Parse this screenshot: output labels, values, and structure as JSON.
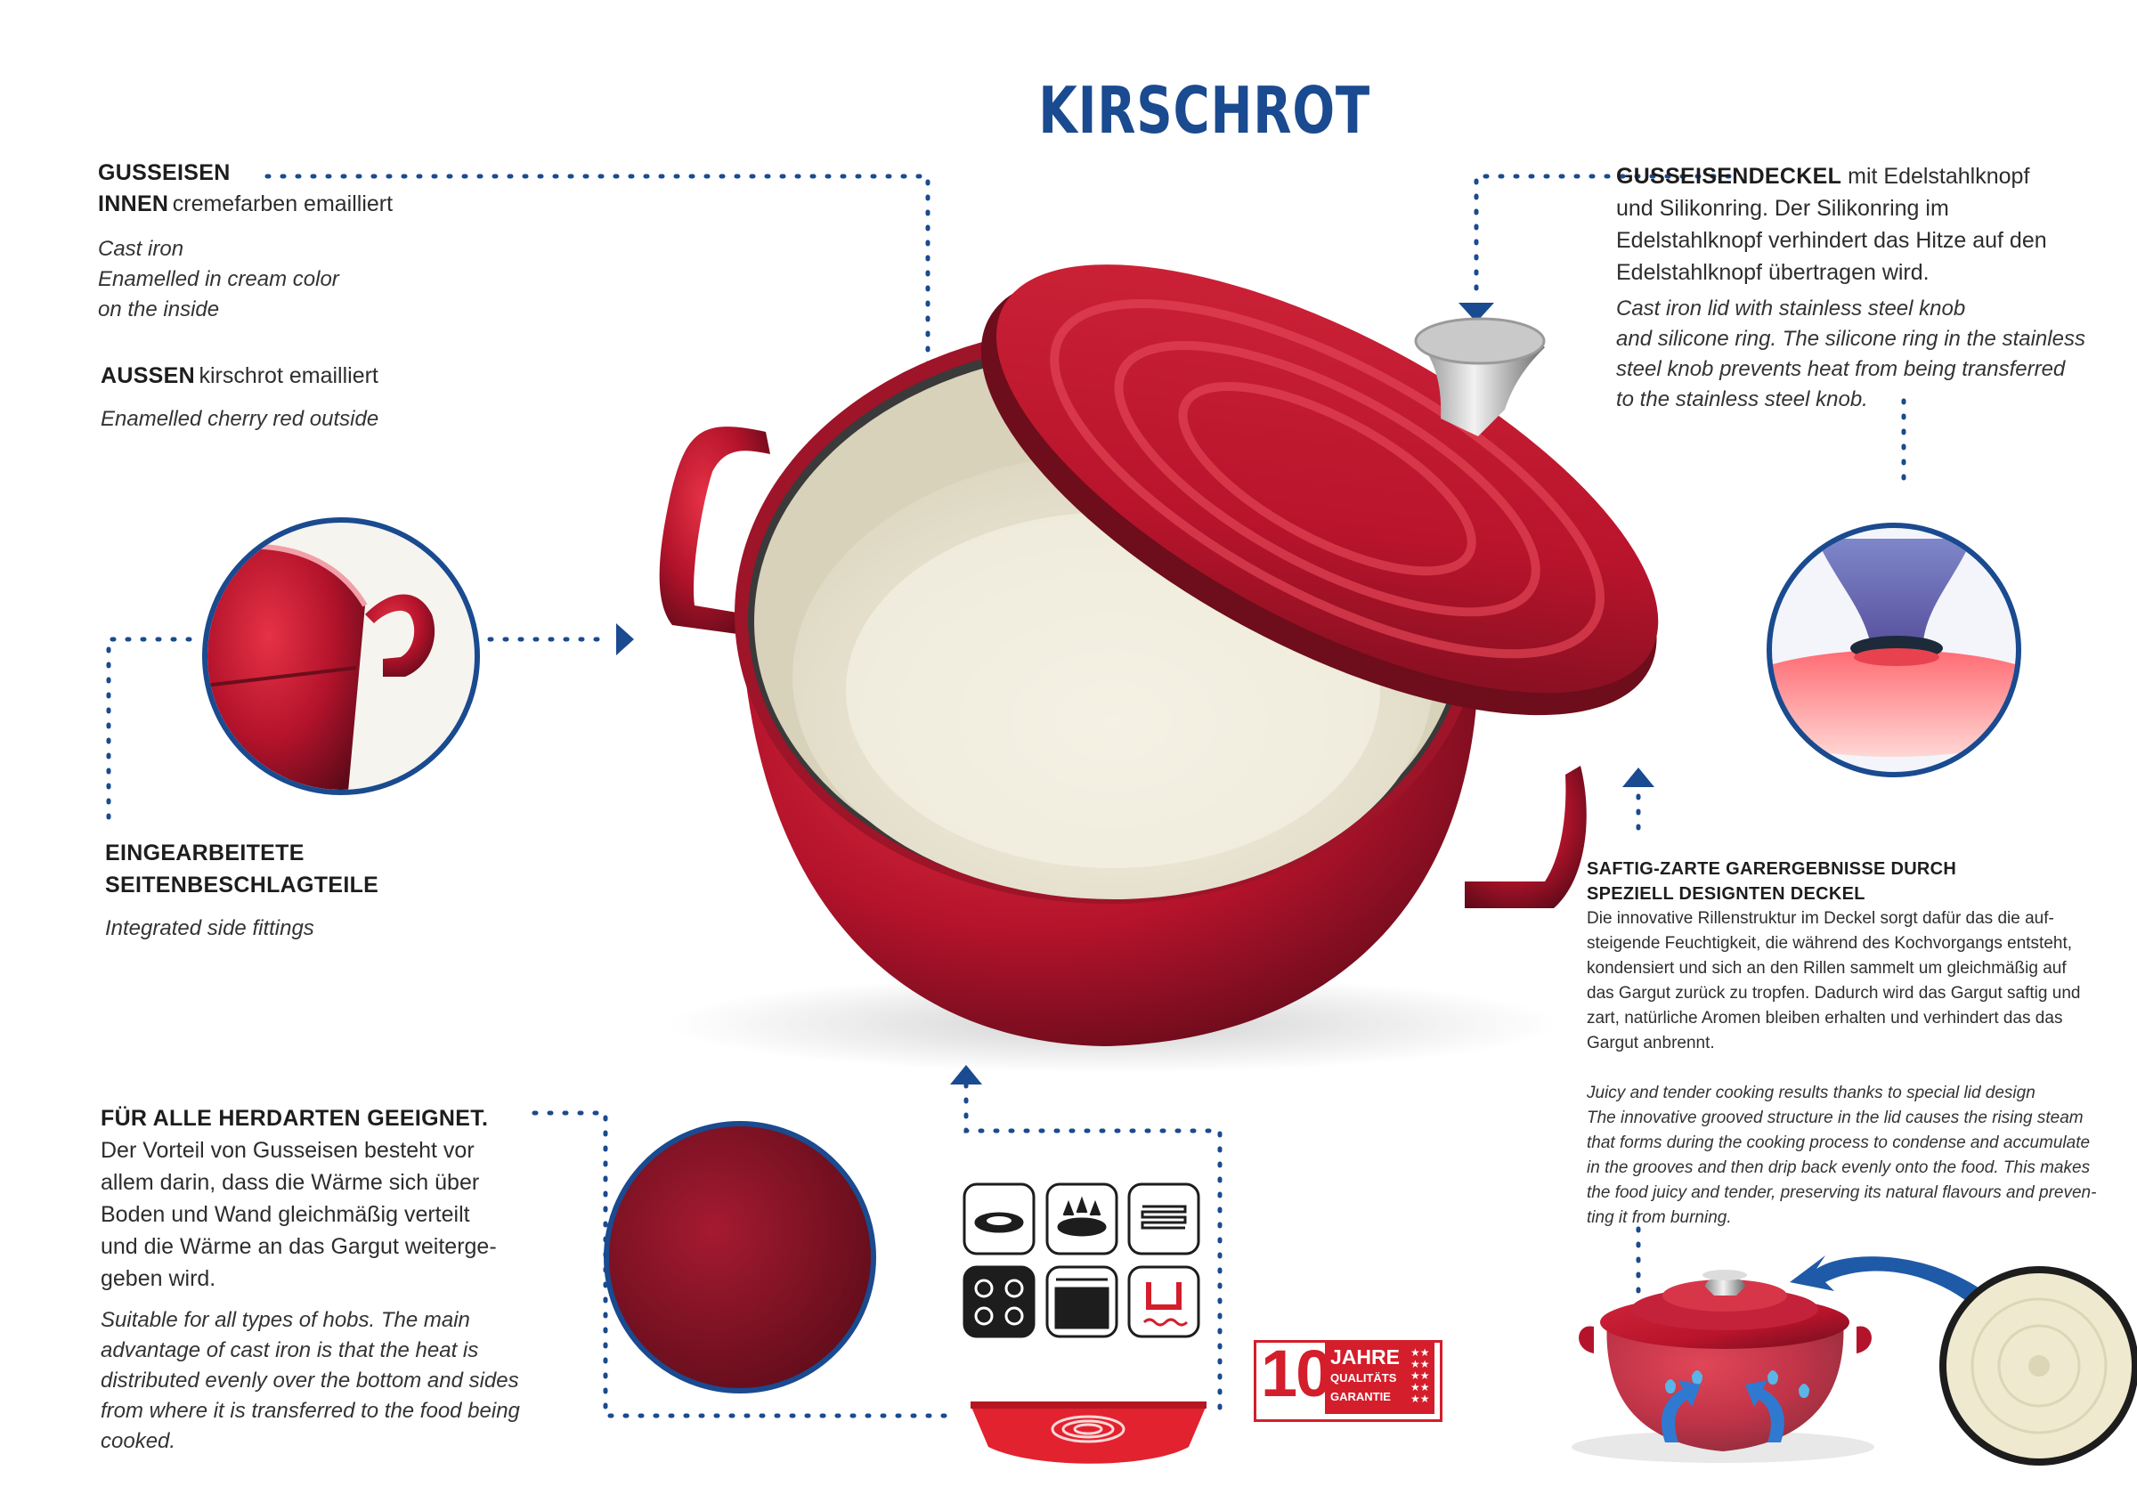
{
  "title": "KIRSCHROT",
  "inner": {
    "label_1": "GUSSEISEN",
    "label_2": "INNEN",
    "de": "cremefarben emailliert",
    "en": [
      "Cast iron",
      "Enamelled in cream color",
      "on the inside"
    ]
  },
  "outer": {
    "label": "AUSSEN",
    "de": "kirschrot emailliert",
    "en": "Enamelled cherry red outside"
  },
  "fittings": {
    "label_1": "EINGEARBEITETE",
    "label_2": "SEITENBESCHLAGTEILE",
    "en": "Integrated side fittings"
  },
  "hobs": {
    "label": "FÜR ALLE HERDARTEN GEEIGNET.",
    "de": [
      "Der Vorteil von Gusseisen besteht vor",
      "allem darin, dass die Wärme sich über",
      "Boden und Wand gleichmäßig verteilt",
      "und die Wärme an das Gargut weiterge-",
      "geben wird."
    ],
    "en": [
      "Suitable for all types of hobs. The main",
      "advantage of cast iron is that the heat is",
      "distributed evenly over the bottom and sides",
      "from where it is transferred to the food being",
      "cooked."
    ]
  },
  "lid": {
    "label": "GUSSEISENDECKEL",
    "de": [
      "mit Edelstahlknopf",
      "und Silikonring. Der Silikonring im",
      "Edelstahlknopf verhindert das Hitze auf den",
      "Edelstahlknopf übertragen wird."
    ],
    "en": [
      "Cast iron lid with stainless steel knob",
      "and silicone ring. The silicone ring in the stainless",
      "steel knob prevents heat from being transferred",
      "to the stainless steel knob."
    ]
  },
  "design": {
    "label_1": "SAFTIG-ZARTE GARERGEBNISSE DURCH",
    "label_2": "SPEZIELL DESIGNTEN DECKEL",
    "de": [
      "Die innovative Rillenstruktur im Deckel sorgt dafür das die auf-",
      "steigende Feuchtigkeit, die während des Kochvorgangs entsteht,",
      "kondensiert und sich an den Rillen sammelt um gleichmäßig auf",
      "das Gargut zurück zu tropfen. Dadurch wird das Gargut saftig und",
      "zart, natürliche Aromen bleiben erhalten und verhindert das das",
      "Gargut anbrennt."
    ],
    "en": [
      "Juicy and tender cooking results thanks to special lid design",
      "The innovative grooved structure in the lid causes the rising steam",
      "that forms during the cooking process to condense and accumulate",
      "in the grooves and then drip back evenly onto the food. This makes",
      "the food juicy and tender, preserving its natural flavours and preven-",
      "ting it from burning."
    ]
  },
  "seal": {
    "number": "10",
    "line1": "JAHRE",
    "line2": "QUALITÄTS",
    "line3": "GARANTIE",
    "stars": "★★★★★★★★★★"
  },
  "hob_icons": [
    "ceramic-hob-icon",
    "gas-burner-icon",
    "electric-coil-icon",
    "induction-hob-icon",
    "oven-icon",
    "induction-magnet-icon"
  ],
  "colors": {
    "cherry_red": "#b3132b",
    "cream": "#ede8d5",
    "accent_blue": "#1a4a8f",
    "seal_red": "#d41e2b"
  }
}
